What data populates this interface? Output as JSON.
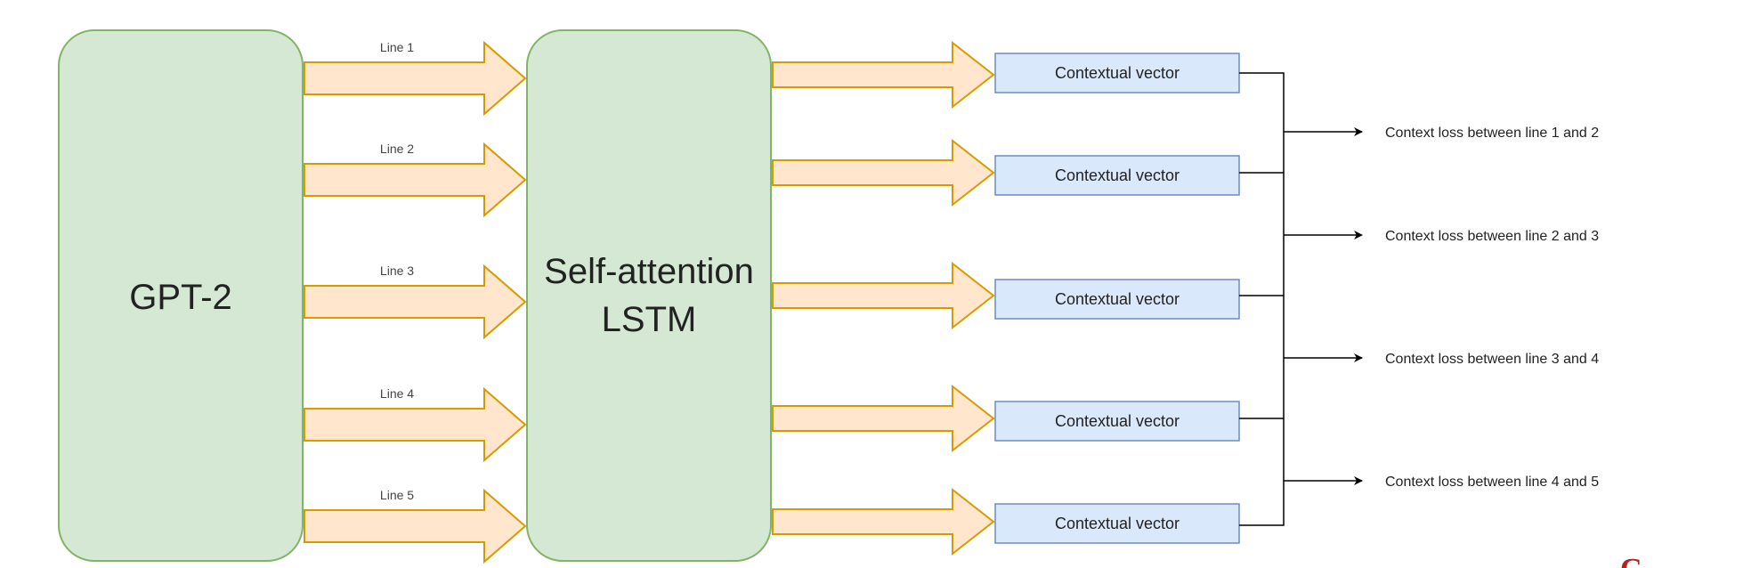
{
  "diagram": {
    "gpt_label": "GPT-2",
    "lstm_label_line1": "Self-attention",
    "lstm_label_line2": "LSTM",
    "line_labels": [
      "Line 1",
      "Line 2",
      "Line 3",
      "Line 4",
      "Line 5"
    ],
    "vector_labels": [
      "Contextual vector",
      "Contextual vector",
      "Contextual vector",
      "Contextual vector",
      "Contextual vector"
    ],
    "loss_labels": [
      "Context loss between line 1 and 2",
      "Context loss between line 2 and 3",
      "Context loss between line 3 and 4",
      "Context loss between line 4 and 5"
    ],
    "edge_glyph": "C"
  },
  "colors": {
    "green_fill": "#d5e8d4",
    "green_stroke": "#82b366",
    "arrow_fill": "#ffe6cc",
    "arrow_stroke": "#d79b00",
    "vector_fill": "#dae8fc",
    "vector_stroke": "#6c8ebf",
    "connector": "#000000"
  }
}
